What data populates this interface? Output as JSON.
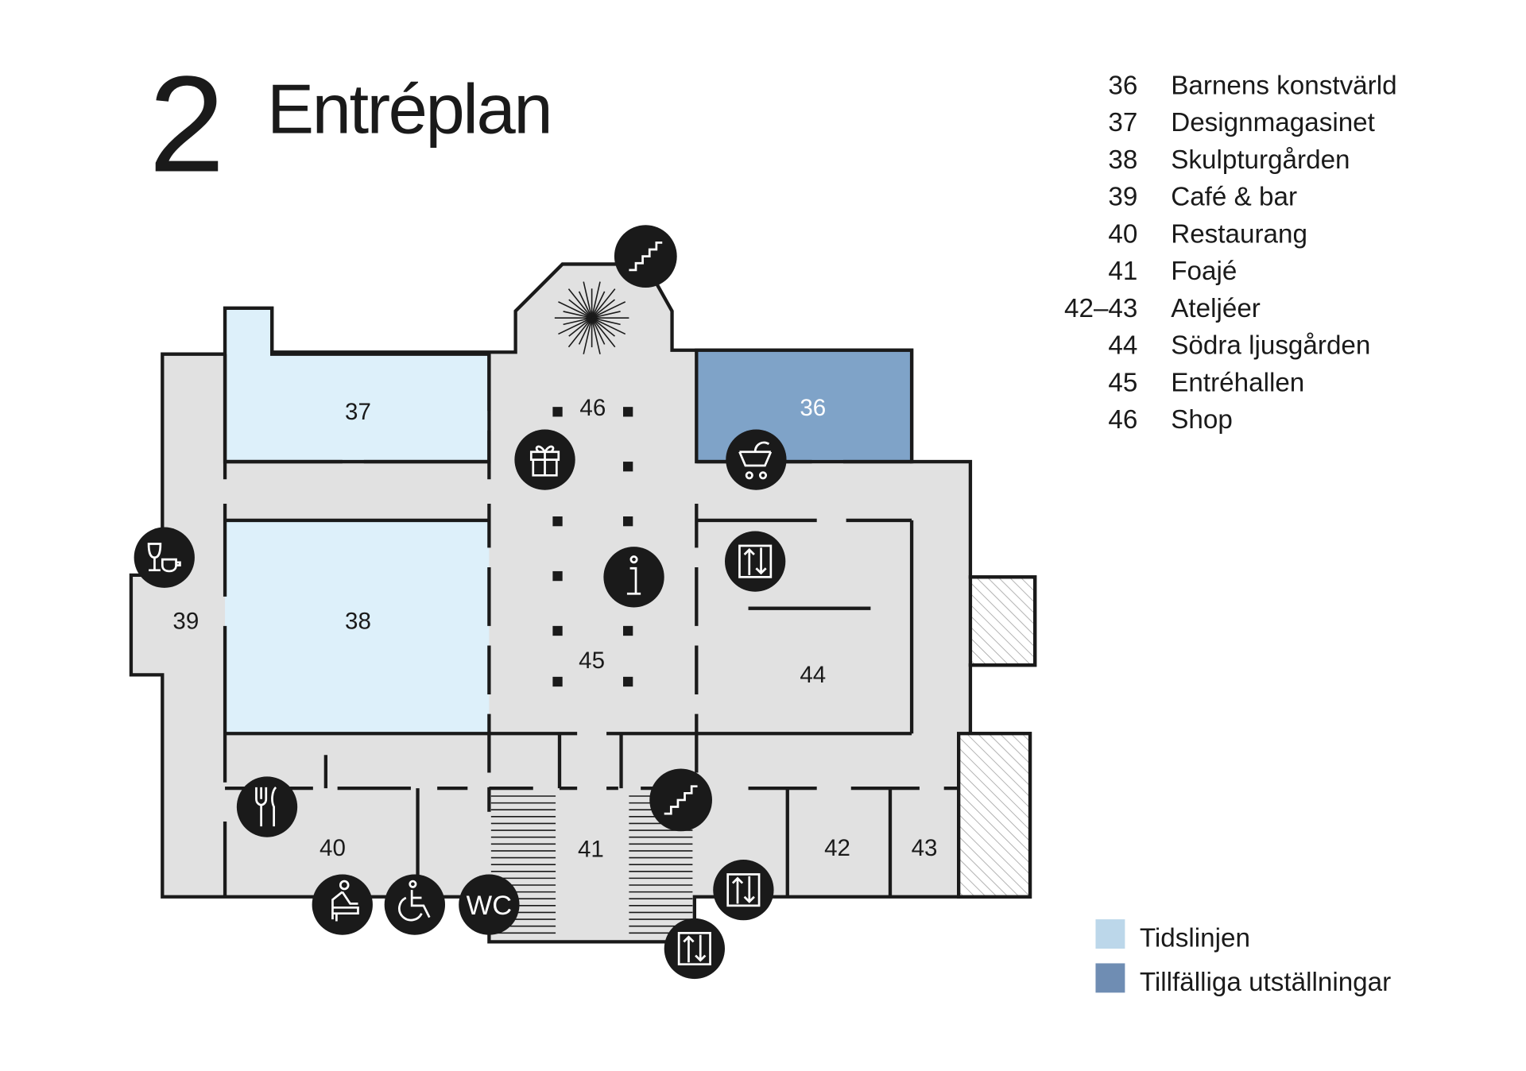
{
  "header": {
    "floor_number": "2",
    "floor_name": "Entréplan"
  },
  "legend": [
    {
      "num": "36",
      "name": "Barnens konstvärld"
    },
    {
      "num": "37",
      "name": "Designmagasinet"
    },
    {
      "num": "38",
      "name": "Skulpturgården"
    },
    {
      "num": "39",
      "name": "Café & bar"
    },
    {
      "num": "40",
      "name": "Restaurang"
    },
    {
      "num": "41",
      "name": "Foajé"
    },
    {
      "num": "42–43",
      "name": "Ateljéer"
    },
    {
      "num": "44",
      "name": "Södra ljusgården"
    },
    {
      "num": "45",
      "name": "Entréhallen"
    },
    {
      "num": "46",
      "name": "Shop"
    }
  ],
  "key": [
    {
      "label": "Tidslinjen",
      "color": "#bcd7ea"
    },
    {
      "label": "Tillfälliga utställningar",
      "color": "#6f8db3"
    }
  ],
  "rooms": {
    "r36": "36",
    "r37": "37",
    "r38": "38",
    "r39": "39",
    "r40": "40",
    "r41": "41",
    "r42": "42",
    "r43": "43",
    "r44": "44",
    "r45": "45",
    "r46": "46"
  },
  "icons": {
    "wc": "WC"
  },
  "colors": {
    "floor": "#e1e1e1",
    "timeline": "#ddf0fa",
    "temporary": "#7fa3c8",
    "ink": "#1a1a1a"
  }
}
